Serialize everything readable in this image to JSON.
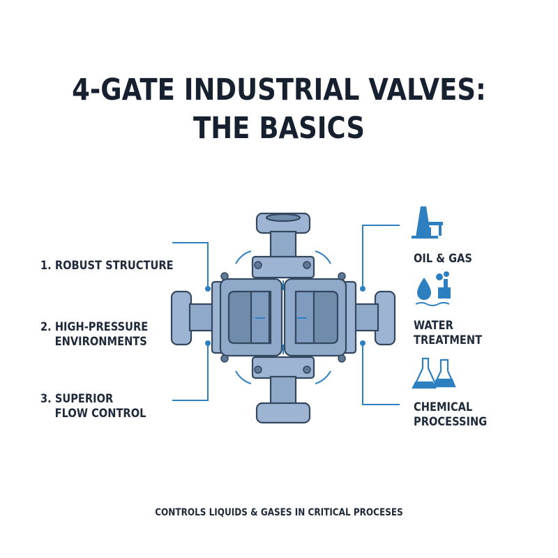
{
  "title": {
    "line1": "4-GATE INDUSTRIAL VALVES:",
    "line2": "THE BASICS"
  },
  "features": [
    {
      "line1": "1.  ROBUST STRUCTURE",
      "line2": ""
    },
    {
      "line1": "2.  HIGH-PRESSURE",
      "line2": "ENVIRONMENTS"
    },
    {
      "line1": "3.  SUPERIOR",
      "line2": "FLOW CONTROL"
    }
  ],
  "applications": [
    {
      "line1": "OIL & GAS",
      "line2": "",
      "icon": "oil-derrick-icon"
    },
    {
      "line1": "WATER",
      "line2": "TREATMENT",
      "icon": "water-treatment-icon"
    },
    {
      "line1": "CHEMICAL",
      "line2": "PROCESSING",
      "icon": "chemical-flask-icon"
    }
  ],
  "footer": "CONTROLS LIQUIDS & GASES IN CRITICAL PROCESES",
  "colors": {
    "text": "#1e2a3a",
    "valve_fill": "#8fa9c9",
    "valve_dark": "#33485f",
    "accent": "#2d7fc0"
  }
}
